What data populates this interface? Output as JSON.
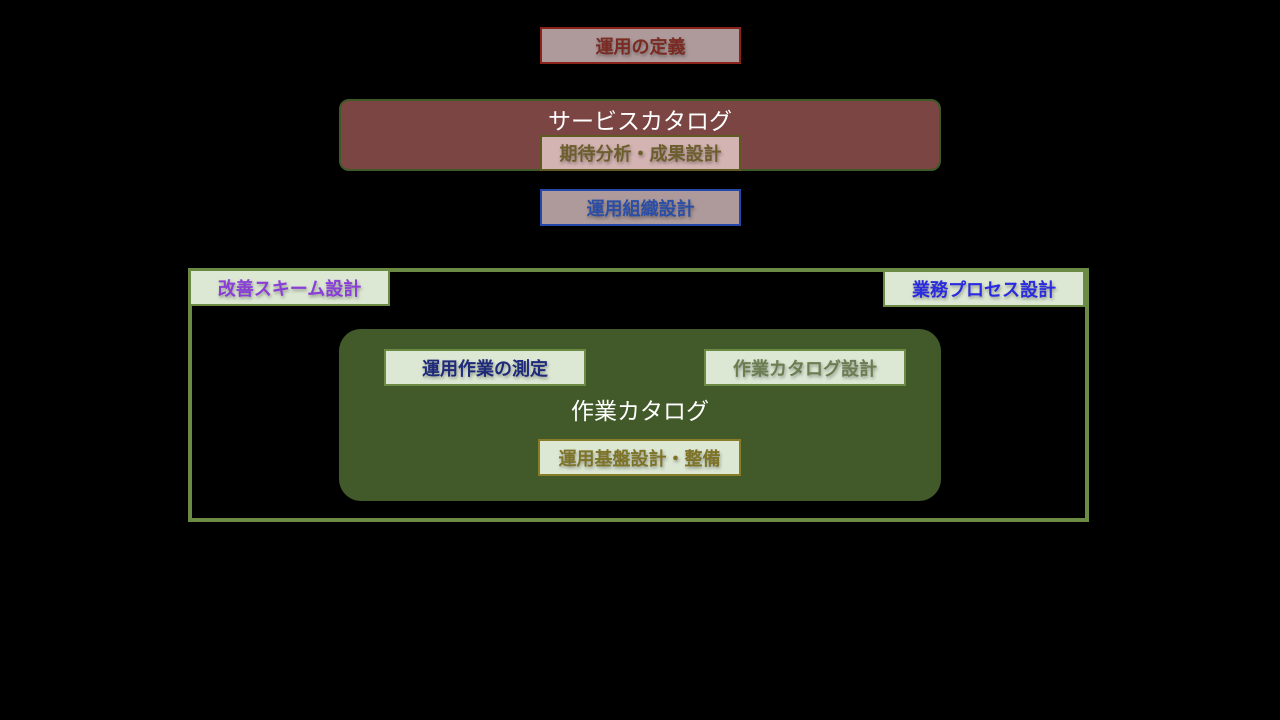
{
  "top": {
    "definition": "運用の定義",
    "organization": "運用組織設計"
  },
  "service_catalog": {
    "title": "サービスカタログ",
    "inner": "期待分析・成果設計"
  },
  "frame": {
    "improvement": "改善スキーム設計",
    "process": "業務プロセス設計"
  },
  "work_catalog": {
    "title": "作業カタログ",
    "measure": "運用作業の測定",
    "catalog_design": "作業カタログ設計",
    "infrastructure": "運用基盤設計・整備"
  }
}
